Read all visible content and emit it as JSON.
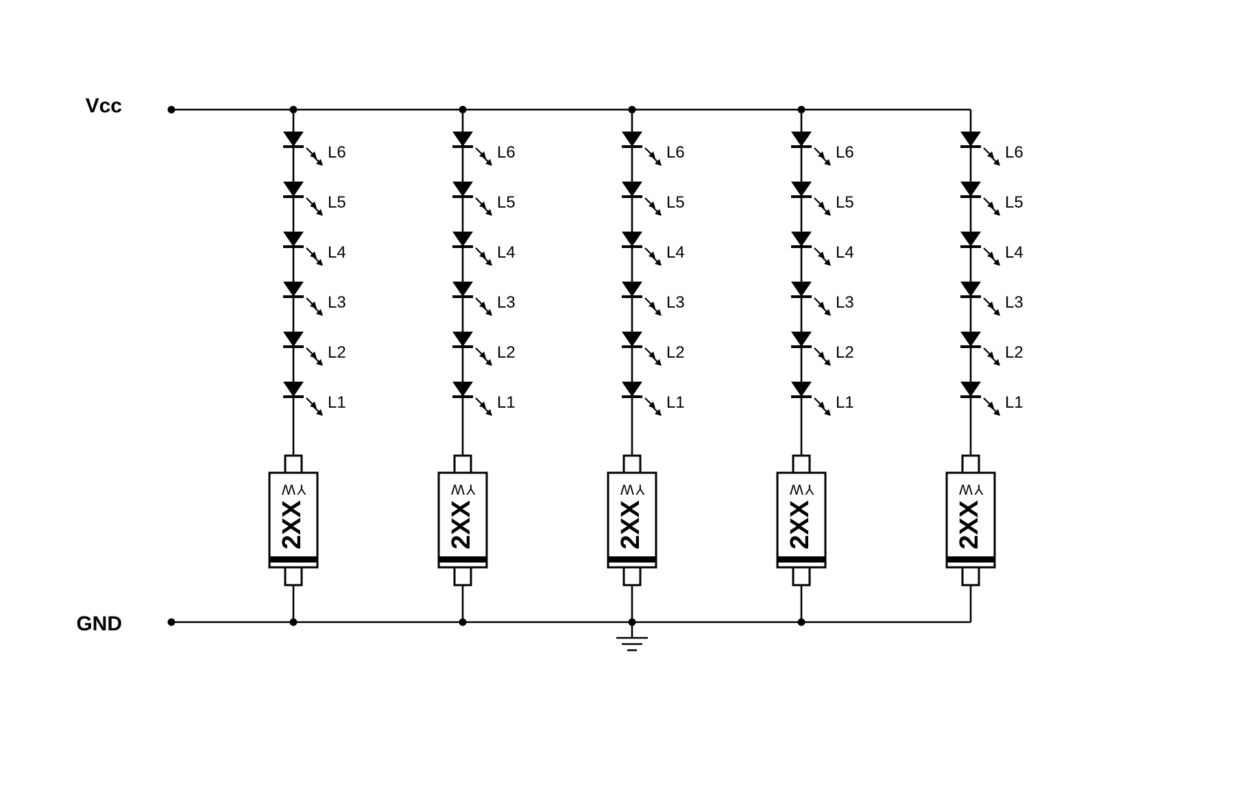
{
  "diagram": {
    "type": "circuit-schematic",
    "background_color": "#ffffff",
    "line_color": "#000000",
    "power_rails": {
      "top": "Vcc",
      "bottom": "GND"
    },
    "strings": [
      {
        "led_labels": [
          "L6",
          "L5",
          "L4",
          "L3",
          "L2",
          "L1"
        ],
        "resistor_label": "2XX",
        "resistor_sublabel": "YW"
      },
      {
        "led_labels": [
          "L6",
          "L5",
          "L4",
          "L3",
          "L2",
          "L1"
        ],
        "resistor_label": "2XX",
        "resistor_sublabel": "YW"
      },
      {
        "led_labels": [
          "L6",
          "L5",
          "L4",
          "L3",
          "L2",
          "L1"
        ],
        "resistor_label": "2XX",
        "resistor_sublabel": "YW"
      },
      {
        "led_labels": [
          "L6",
          "L5",
          "L4",
          "L3",
          "L2",
          "L1"
        ],
        "resistor_label": "2XX",
        "resistor_sublabel": "YW"
      },
      {
        "led_labels": [
          "L6",
          "L5",
          "L4",
          "L3",
          "L2",
          "L1"
        ],
        "resistor_label": "2XX",
        "resistor_sublabel": "YW"
      }
    ],
    "earth_ground_string_index": 2,
    "icons": {
      "led": "led-diode-icon",
      "ground": "earth-ground-icon",
      "emission": "light-emission-arrow-icon"
    }
  }
}
